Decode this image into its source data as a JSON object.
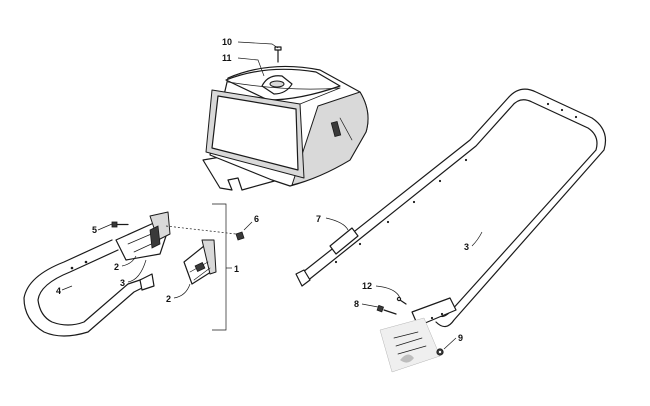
{
  "callouts": {
    "c1": "1",
    "c2a": "2",
    "c2b": "2",
    "c3a": "3",
    "c3b": "3",
    "c4": "4",
    "c5": "5",
    "c6": "6",
    "c7": "7",
    "c8": "8",
    "c9": "9",
    "c10": "10",
    "c11": "11",
    "c12": "12"
  },
  "colors": {
    "line": "#1a1a1a",
    "shade": "#d9d9d9",
    "background": "#ffffff"
  }
}
